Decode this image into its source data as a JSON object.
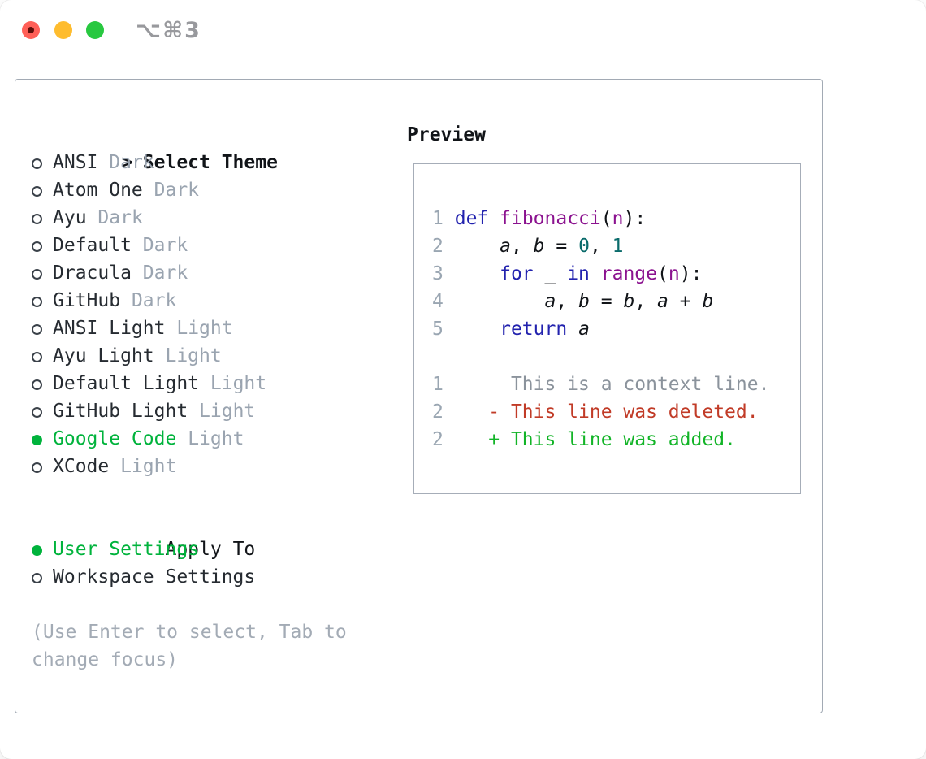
{
  "window": {
    "title": "⌥⌘3",
    "buttons": [
      "close",
      "minimize",
      "zoom"
    ]
  },
  "colors": {
    "accent_green": "#00b33c",
    "added_green": "#12b427",
    "deleted_red": "#c13b27",
    "keyword_blue": "#2222ae",
    "function_purple": "#8b128f",
    "literal_teal": "#0a6b6b",
    "muted_gray": "#9aa4b0",
    "panel_border": "#a2aab4",
    "traffic_red": "#ff5f57",
    "traffic_yellow": "#febc2e",
    "traffic_green": "#28c840"
  },
  "theme_picker": {
    "header": {
      "prefix": ">",
      "label": "Select Theme"
    },
    "themes": [
      {
        "name": "ANSI",
        "variant": "Dark",
        "selected": false
      },
      {
        "name": "Atom One",
        "variant": "Dark",
        "selected": false
      },
      {
        "name": "Ayu",
        "variant": "Dark",
        "selected": false
      },
      {
        "name": "Default",
        "variant": "Dark",
        "selected": false
      },
      {
        "name": "Dracula",
        "variant": "Dark",
        "selected": false
      },
      {
        "name": "GitHub",
        "variant": "Dark",
        "selected": false
      },
      {
        "name": "ANSI Light",
        "variant": "Light",
        "selected": false
      },
      {
        "name": "Ayu Light",
        "variant": "Light",
        "selected": false
      },
      {
        "name": "Default Light",
        "variant": "Light",
        "selected": false
      },
      {
        "name": "GitHub Light",
        "variant": "Light",
        "selected": false
      },
      {
        "name": "Google Code",
        "variant": "Light",
        "selected": true
      },
      {
        "name": "XCode",
        "variant": "Light",
        "selected": false
      }
    ],
    "apply_to": {
      "label": "Apply To",
      "options": [
        {
          "label": "User Settings",
          "selected": true
        },
        {
          "label": "Workspace Settings",
          "selected": false
        }
      ]
    },
    "hint": "(Use Enter to select, Tab to change focus)"
  },
  "preview": {
    "label": "Preview",
    "code_lines": [
      {
        "num": "1",
        "tokens": [
          {
            "t": "def",
            "c": "kw"
          },
          {
            "t": " ",
            "c": "pl"
          },
          {
            "t": "fibonacci",
            "c": "fn"
          },
          {
            "t": "(",
            "c": "pl"
          },
          {
            "t": "n",
            "c": "fn"
          },
          {
            "t": "):",
            "c": "pl"
          }
        ]
      },
      {
        "num": "2",
        "tokens": [
          {
            "t": "    ",
            "c": "pl"
          },
          {
            "t": "a",
            "c": "var"
          },
          {
            "t": ", ",
            "c": "pl"
          },
          {
            "t": "b",
            "c": "var"
          },
          {
            "t": " = ",
            "c": "pl"
          },
          {
            "t": "0",
            "c": "lit"
          },
          {
            "t": ", ",
            "c": "pl"
          },
          {
            "t": "1",
            "c": "lit"
          }
        ]
      },
      {
        "num": "3",
        "tokens": [
          {
            "t": "    ",
            "c": "pl"
          },
          {
            "t": "for",
            "c": "kw"
          },
          {
            "t": " _ ",
            "c": "pl"
          },
          {
            "t": "in",
            "c": "kw"
          },
          {
            "t": " ",
            "c": "pl"
          },
          {
            "t": "range",
            "c": "fn"
          },
          {
            "t": "(",
            "c": "pl"
          },
          {
            "t": "n",
            "c": "fn"
          },
          {
            "t": "):",
            "c": "pl"
          }
        ]
      },
      {
        "num": "4",
        "tokens": [
          {
            "t": "        ",
            "c": "pl"
          },
          {
            "t": "a",
            "c": "var"
          },
          {
            "t": ", ",
            "c": "pl"
          },
          {
            "t": "b",
            "c": "var"
          },
          {
            "t": " = ",
            "c": "pl"
          },
          {
            "t": "b",
            "c": "var"
          },
          {
            "t": ", ",
            "c": "pl"
          },
          {
            "t": "a",
            "c": "var"
          },
          {
            "t": " + ",
            "c": "pl"
          },
          {
            "t": "b",
            "c": "var"
          }
        ]
      },
      {
        "num": "5",
        "tokens": [
          {
            "t": "    ",
            "c": "pl"
          },
          {
            "t": "return",
            "c": "kw"
          },
          {
            "t": " ",
            "c": "pl"
          },
          {
            "t": "a",
            "c": "var"
          }
        ]
      }
    ],
    "diff_lines": [
      {
        "num": "1",
        "body": "      This is a context line.",
        "kind": "context"
      },
      {
        "num": "2",
        "body": "    - This line was deleted.",
        "kind": "deleted"
      },
      {
        "num": "2",
        "body": "    + This line was added.",
        "kind": "added"
      }
    ]
  }
}
